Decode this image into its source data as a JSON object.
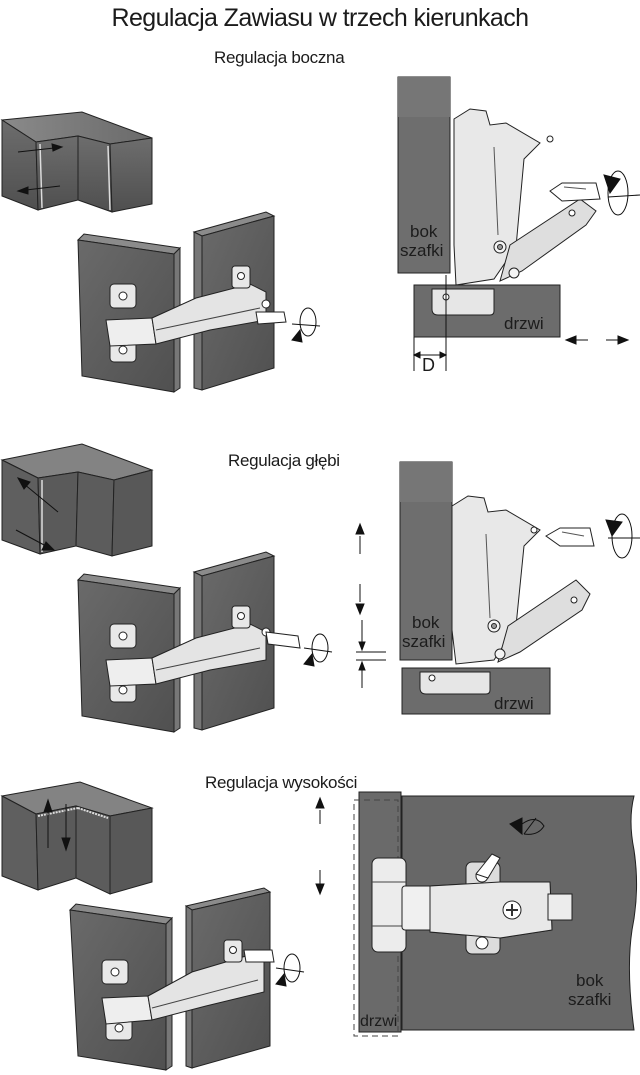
{
  "title": "Regulacja Zawiasu w trzech kierunkach",
  "sections": [
    {
      "id": "lateral",
      "title": "Regulacja boczna",
      "labels": {
        "cabinet_side": [
          "bok",
          "szafki"
        ],
        "door": "drzwi",
        "dimension": "D"
      }
    },
    {
      "id": "depth",
      "title": "Regulacja głębi",
      "labels": {
        "cabinet_side": [
          "bok",
          "szafki"
        ],
        "door": "drzwi"
      }
    },
    {
      "id": "height",
      "title": "Regulacja wysokości",
      "labels": {
        "cabinet_side": [
          "bok",
          "szafki"
        ],
        "door": "drzwi"
      }
    }
  ],
  "colors": {
    "panel_dark": "#5e5e5e",
    "panel_mid": "#7a7a7a",
    "panel_light": "#9a9a9a",
    "metal": "#e6e6e6",
    "line": "#1a1a1a"
  }
}
